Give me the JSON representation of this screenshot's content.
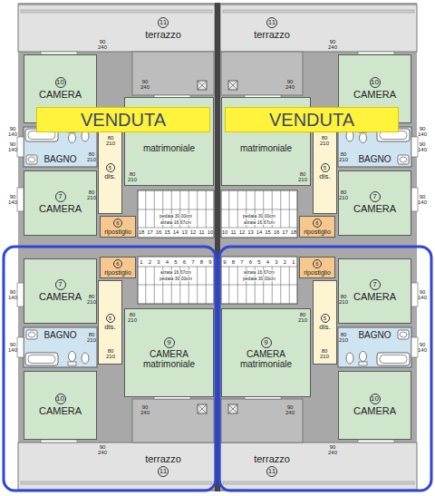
{
  "diagram": {
    "nodes": [
      {
        "text": [
          "11",
          "terrazzo"
        ]
      },
      {
        "text": [
          "11",
          "terrazzo"
        ]
      },
      {
        "text": [
          "10",
          "CAMERA"
        ]
      },
      {
        "text": [
          "10",
          "CAMERA"
        ]
      },
      {
        "text": [
          "VENDUTA"
        ]
      },
      {
        "text": [
          "VENDUTA"
        ]
      },
      {
        "text": [
          "BAGNO"
        ]
      },
      {
        "text": [
          "matrimoniale"
        ]
      },
      {
        "text": [
          "matrimoniale"
        ]
      },
      {
        "text": [
          "BAGNO"
        ]
      },
      {
        "text": [
          "7",
          "CAMERA"
        ]
      },
      {
        "text": [
          "5",
          "dis."
        ]
      },
      {
        "text": [
          "5",
          "dis."
        ]
      },
      {
        "text": [
          "7",
          "CAMERA"
        ]
      },
      {
        "text": [
          "6",
          "ripostiglio"
        ]
      },
      {
        "text": [
          "6",
          "ripostiglio"
        ]
      },
      {
        "text": [
          "6",
          "ripostiglio"
        ]
      },
      {
        "text": [
          "6",
          "ripostiglio"
        ]
      },
      {
        "text": [
          "7",
          "CAMERA"
        ]
      },
      {
        "text": [
          "5",
          "dis."
        ]
      },
      {
        "text": [
          "5",
          "dis."
        ]
      },
      {
        "text": [
          "7",
          "CAMERA"
        ]
      },
      {
        "text": [
          "BAGNO"
        ]
      },
      {
        "text": [
          "9",
          "CAMERA matrimoniale"
        ]
      },
      {
        "text": [
          "9",
          "CAMERA matrimoniale"
        ]
      },
      {
        "text": [
          "BAGNO"
        ]
      },
      {
        "text": [
          "10",
          "CAMERA"
        ]
      },
      {
        "text": [
          "10",
          "CAMERA"
        ]
      },
      {
        "text": [
          "terrazzo",
          "11"
        ]
      },
      {
        "text": [
          "terrazzo",
          "11"
        ]
      }
    ],
    "labels": [
      "80 210",
      "80 210",
      "80 210",
      "80 210",
      "90 140",
      "90 140",
      "90 240",
      "90 240",
      "90 140",
      "18",
      "17",
      "16",
      "15",
      "14",
      "13",
      "12",
      "11",
      "10",
      "alzata 16,67cm",
      "pedata 30,00cm",
      "80 210",
      "80 210",
      "80 210",
      "80 210",
      "90 140",
      "90 140",
      "90 240",
      "90 240",
      "90 140",
      "18",
      "17",
      "16",
      "15",
      "14",
      "13",
      "12",
      "11",
      "10",
      "alzata 16,67cm",
      "pedata 30,00cm",
      "80 210",
      "80 210",
      "80 210",
      "80 210",
      "90 140",
      "90 140",
      "90 240",
      "90 240",
      "1",
      "2",
      "3",
      "4",
      "5",
      "6",
      "7",
      "8",
      "9",
      "alzata 16,67cm",
      "pedata 30,00cm",
      "80 210",
      "80 210",
      "80 210",
      "80 210",
      "90 140",
      "90 140",
      "90 240",
      "90 240",
      "1",
      "2",
      "3",
      "4",
      "5",
      "6",
      "7",
      "8",
      "9",
      "alzata 16,67cm",
      "pedata 30,00cm"
    ]
  }
}
